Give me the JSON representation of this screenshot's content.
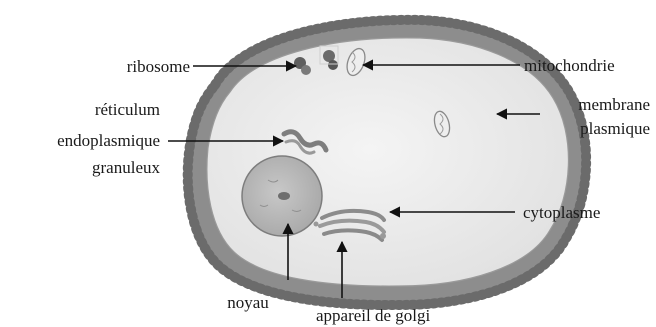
{
  "labels": {
    "ribosome": "ribosome",
    "reticulum_line1": "réticulum",
    "reticulum_line2": "endoplasmique",
    "reticulum_line3": "granuleux",
    "noyau": "noyau",
    "golgi": "appareil de golgi",
    "mitochondrie": "mitochondrie",
    "membrane_line1": "membrane",
    "membrane_line2": "plasmique",
    "cytoplasme": "cytoplasme"
  },
  "colors": {
    "membrane": "#8a8a8a",
    "membrane_dot": "#777777",
    "cytoplasm": "#ededed",
    "nucleus": "#b9b9b9",
    "organelle": "#9a9a9a",
    "arrow": "#111111"
  }
}
